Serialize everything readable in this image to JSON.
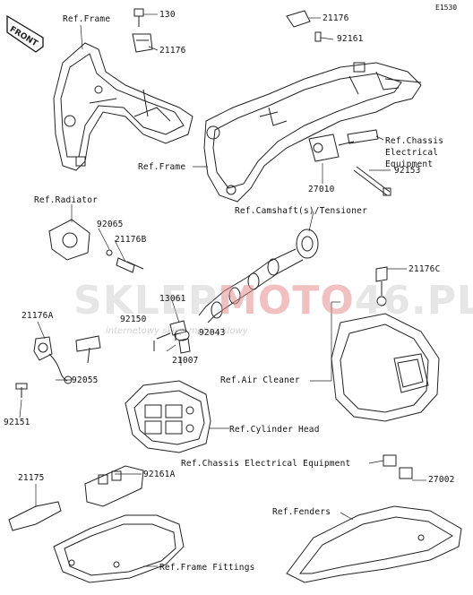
{
  "diagram_code": "E1530",
  "front_label": "FRONT",
  "watermark": {
    "brand_a": "SKLEP",
    "brand_b": "MOTO",
    "brand_c": "46.PL",
    "tagline": "internetowy sklep motocyklowy"
  },
  "labels": {
    "ref_frame_top": "Ref.Frame",
    "p130": "130",
    "p21176_left": "21176",
    "p21176_top": "21176",
    "p92161": "92161",
    "ref_chassis_1": "Ref.Chassis",
    "ref_chassis_2": "Electrical",
    "ref_chassis_3": "Equipment",
    "ref_frame_mid": "Ref.Frame",
    "p92153": "92153",
    "p27010": "27010",
    "ref_radiator": "Ref.Radiator",
    "ref_camshaft": "Ref.Camshaft(s)/Tensioner",
    "p92065": "92065",
    "p21176b": "21176B",
    "p21176c": "21176C",
    "p13061": "13061",
    "p21176a": "21176A",
    "p92150": "92150",
    "p92043": "92043",
    "p21007": "21007",
    "ref_air_cleaner": "Ref.Air Cleaner",
    "p92055": "92055",
    "p92151": "92151",
    "ref_cylinder_head": "Ref.Cylinder Head",
    "ref_chassis_full": "Ref.Chassis Electrical Equipment",
    "p21175": "21175",
    "p92161a": "92161A",
    "p27002": "27002",
    "ref_fenders": "Ref.Fenders",
    "ref_frame_fittings": "Ref.Frame Fittings"
  }
}
